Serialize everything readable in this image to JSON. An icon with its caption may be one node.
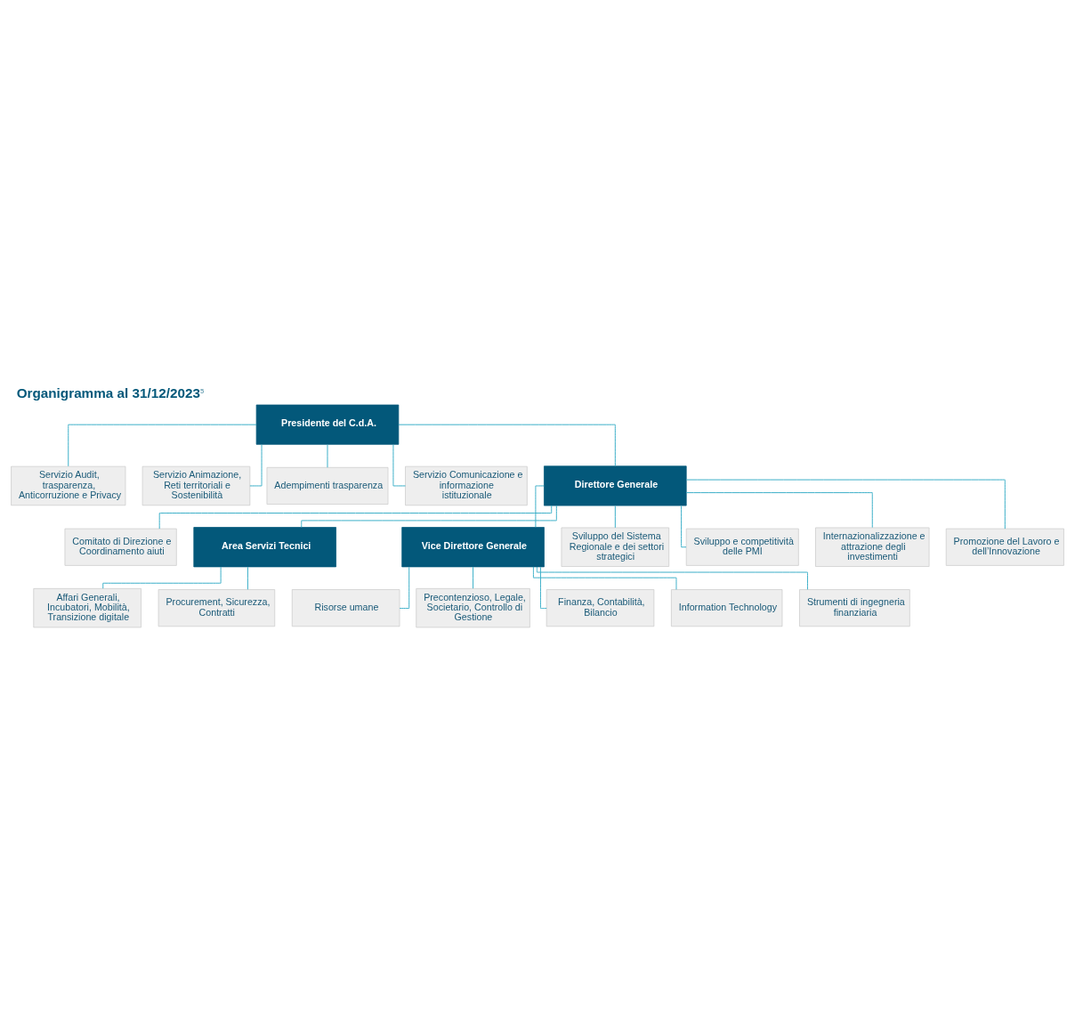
{
  "diagram": {
    "title": "Organigramma al 31/12/2023$^{5}$",
    "nodes": [
      {
        "text": [
          "Presidente del C.d.A."
        ]
      },
      {
        "text": [
          "Servizio Audit, trasparenza, Anticorruzione e Privacy"
        ]
      },
      {
        "text": [
          "Servizio Animazione, Reti territoriali e Sostenibilità"
        ]
      },
      {
        "text": [
          "Adempimenti trasparenza"
        ]
      },
      {
        "text": [
          "Servizio Comunicazione e informazione istituzionale"
        ]
      },
      {
        "text": [
          "Direttore Generale"
        ]
      },
      {
        "text": [
          "Comitato di Direzione e Coordinamento aiuti"
        ]
      },
      {
        "text": [
          "Area Servizi Tecnici"
        ]
      },
      {
        "text": [
          "Vice Direttore Generale"
        ]
      },
      {
        "text": [
          "Affari Generali, Incubatori, Mobilità, Transizione digitale"
        ]
      },
      {
        "text": [
          "Procurement, Sicurezza, Contratti"
        ]
      },
      {
        "text": [
          "Risorse umane"
        ]
      },
      {
        "text": [
          "Precontenzioso, Legale, Societario, Controllo di Gestione"
        ]
      },
      {
        "text": [
          "Finanza, Contabilità, Bilancio"
        ]
      },
      {
        "text": [
          "Information Technology"
        ]
      },
      {
        "text": [
          "Sviluppo del Sistema Regionale e dei settori strategici"
        ]
      },
      {
        "text": [
          "Sviluppo e competitività delle PMI"
        ]
      },
      {
        "text": [
          "Internazionalizzazione e attrazione degli investimenti"
        ]
      },
      {
        "text": [
          "Promozione del Lavoro e dell’Innovazione"
        ]
      },
      {
        "text": [
          "Strumenti di ingegneria finanziaria"
        ]
      }
    ],
    "edges": [
      {
        "from": 0,
        "to": 1,
        "arrow": "none"
      },
      {
        "from": 0,
        "to": 2,
        "arrow": "none"
      },
      {
        "from": 0,
        "to": 3,
        "arrow": "none"
      },
      {
        "from": 0,
        "to": 4,
        "arrow": "none"
      },
      {
        "from": 0,
        "to": 5,
        "arrow": "none"
      },
      {
        "from": 5,
        "to": 6,
        "arrow": "none"
      },
      {
        "from": 5,
        "to": 7,
        "arrow": "none"
      },
      {
        "from": 5,
        "to": 8,
        "arrow": "none"
      },
      {
        "from": 7,
        "to": 9,
        "arrow": "none"
      },
      {
        "from": 7,
        "to": 10,
        "arrow": "none"
      },
      {
        "from": 8,
        "to": 11,
        "arrow": "none"
      },
      {
        "from": 8,
        "to": 12,
        "arrow": "none"
      },
      {
        "from": 8,
        "to": 13,
        "arrow": "none"
      },
      {
        "from": 8,
        "to": 14,
        "arrow": "none"
      },
      {
        "from": 8,
        "to": 19,
        "arrow": "none"
      },
      {
        "from": 5,
        "to": 15,
        "arrow": "none"
      },
      {
        "from": 5,
        "to": 16,
        "arrow": "none"
      },
      {
        "from": 5,
        "to": 17,
        "arrow": "none"
      },
      {
        "from": 5,
        "to": 18,
        "arrow": "none"
      }
    ]
  }
}
